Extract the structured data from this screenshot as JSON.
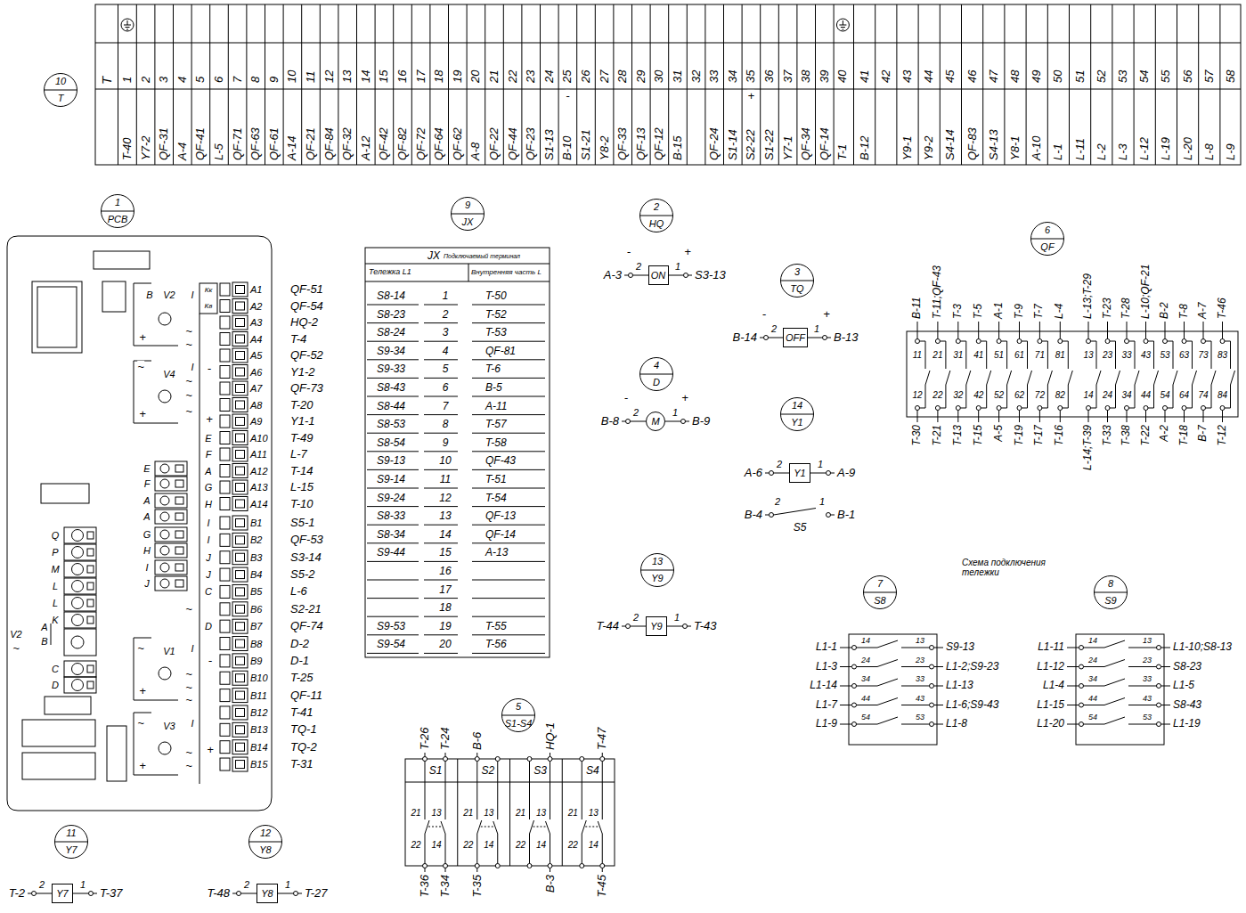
{
  "diagram": {
    "nodes": [
      {
        "text": [
          "10",
          "T"
        ]
      },
      {
        "text": [
          "1",
          "PCB"
        ]
      },
      {
        "text": [
          "9",
          "JX"
        ]
      },
      {
        "text": [
          "2",
          "HQ"
        ]
      },
      {
        "text": [
          "ON"
        ]
      },
      {
        "text": [
          "6",
          "QF"
        ]
      },
      {
        "text": [
          "3",
          "TQ"
        ]
      },
      {
        "text": [
          "OFF"
        ]
      },
      {
        "text": [
          "4",
          "D"
        ]
      },
      {
        "text": [
          "M"
        ]
      },
      {
        "text": [
          "14",
          "Y1"
        ]
      },
      {
        "text": [
          "Y1"
        ]
      },
      {
        "text": [
          "13",
          "Y9"
        ]
      },
      {
        "text": [
          "Y9"
        ]
      },
      {
        "text": [
          "7",
          "S8"
        ]
      },
      {
        "text": [
          "8",
          "S9"
        ]
      },
      {
        "text": [
          "5",
          "S1-S4"
        ]
      },
      {
        "text": [
          "11",
          "Y7"
        ]
      },
      {
        "text": [
          "Y7"
        ]
      },
      {
        "text": [
          "12",
          "Y8"
        ]
      },
      {
        "text": [
          "Y8"
        ]
      }
    ],
    "labels": [
      "T",
      "1",
      "2",
      "3",
      "4",
      "5",
      "6",
      "7",
      "8",
      "9",
      "10",
      "11",
      "12",
      "13",
      "14",
      "15",
      "16",
      "17",
      "18",
      "19",
      "20",
      "21",
      "22",
      "23",
      "24",
      "25",
      "26",
      "27",
      "28",
      "29",
      "30",
      "31",
      "32",
      "33",
      "34",
      "35",
      "36",
      "37",
      "38",
      "39",
      "40",
      "41",
      "42",
      "43",
      "44",
      "45",
      "46",
      "47",
      "48",
      "49",
      "50",
      "51",
      "52",
      "53",
      "54",
      "55",
      "56",
      "57",
      "58",
      "-",
      "+",
      "T-40",
      "Y7-2",
      "QF-31",
      "A-4",
      "QF-41",
      "L-5",
      "QF-71",
      "QF-63",
      "QF-61",
      "A-14",
      "QF-21",
      "QF-84",
      "QF-32",
      "A-12",
      "QF-42",
      "QF-82",
      "QF-72",
      "QF-64",
      "QF-62",
      "A-8",
      "QF-22",
      "QF-44",
      "QF-23",
      "S1-13",
      "B-10",
      "S1-21",
      "Y8-2",
      "QF-33",
      "QF-13",
      "QF-12",
      "B-15",
      "QF-24",
      "S1-14",
      "S2-22",
      "S1-22",
      "Y7-1",
      "QF-34",
      "QF-14",
      "T-1",
      "B-12",
      "Y9-1",
      "Y9-2",
      "S4-14",
      "QF-83",
      "S4-13",
      "Y8-1",
      "A-10",
      "L-1",
      "L-11",
      "L-2",
      "L-3",
      "L-12",
      "L-19",
      "L-20",
      "L-8",
      "L-9",
      "A1",
      "QF-51",
      "A2",
      "QF-54",
      "A3",
      "HQ-2",
      "A4",
      "T-4",
      "A5",
      "QF-52",
      "A6",
      "Y1-2",
      "A7",
      "QF-73",
      "A8",
      "T-20",
      "A9",
      "Y1-1",
      "A10",
      "T-49",
      "A11",
      "L-7",
      "A12",
      "T-14",
      "A13",
      "L-15",
      "A14",
      "T-10",
      "B1",
      "S5-1",
      "B2",
      "QF-53",
      "B3",
      "S3-14",
      "B4",
      "S5-2",
      "B5",
      "L-6",
      "B6",
      "S2-21",
      "B7",
      "QF-74",
      "B8",
      "D-2",
      "B9",
      "D-1",
      "B10",
      "T-25",
      "B11",
      "QF-11",
      "B12",
      "T-41",
      "B13",
      "TQ-1",
      "B14",
      "TQ-2",
      "B15",
      "T-31",
      "B",
      "V2",
      "I",
      "Кк",
      "Кв",
      "+",
      "~",
      "~",
      "~",
      "V4",
      "I",
      "-",
      "~",
      "~",
      "+",
      "~",
      "+",
      "E",
      "F",
      "A",
      "G",
      "H",
      "I",
      "I",
      "J",
      "J",
      "C",
      "D",
      "~",
      "E",
      "F",
      "A",
      "A",
      "G",
      "H",
      "I",
      "J",
      "~",
      "V1",
      "I",
      "-",
      "+",
      "~",
      "~",
      "~",
      "~",
      "V3",
      "I",
      "+",
      "+",
      "~",
      "~",
      "Q",
      "P",
      "M",
      "L",
      "L",
      "K",
      "A",
      "B",
      "C",
      "D",
      "V2",
      "~",
      "JX",
      "Подключаемый терминал",
      "Тележка L1",
      "Внутренняя часть L",
      "S8-14",
      "1",
      "T-50",
      "S8-23",
      "2",
      "T-52",
      "S8-24",
      "3",
      "T-53",
      "S9-34",
      "4",
      "QF-81",
      "S9-33",
      "5",
      "T-6",
      "S8-43",
      "6",
      "B-5",
      "S8-44",
      "7",
      "A-11",
      "S8-53",
      "8",
      "T-57",
      "S8-54",
      "9",
      "T-58",
      "S9-13",
      "10",
      "QF-43",
      "S9-14",
      "11",
      "T-51",
      "S9-24",
      "12",
      "T-54",
      "S8-33",
      "13",
      "QF-13",
      "S8-34",
      "14",
      "QF-14",
      "S9-44",
      "15",
      "A-13",
      "16",
      "17",
      "18",
      "S9-53",
      "19",
      "T-55",
      "S9-54",
      "20",
      "T-56",
      "A-3",
      "-",
      "2",
      "1",
      "+",
      "S3-13",
      "B-14",
      "-",
      "2",
      "1",
      "+",
      "B-13",
      "B-8",
      "-",
      "2",
      "1",
      "+",
      "B-9",
      "A-6",
      "2",
      "1",
      "A-9",
      "B-4",
      "2",
      "1",
      "B-1",
      "S5",
      "T-44",
      "2",
      "1",
      "T-43",
      "T-2",
      "2",
      "1",
      "T-37",
      "T-48",
      "2",
      "1",
      "T-27",
      "S1",
      "S2",
      "S3",
      "S4",
      "21",
      "13",
      "22",
      "14",
      "21",
      "13",
      "22",
      "14",
      "21",
      "13",
      "22",
      "14",
      "21",
      "13",
      "22",
      "14",
      "T-26",
      "T-24",
      "B-6",
      "HQ-1",
      "T-47",
      "T-36",
      "T-34",
      "T-35",
      "B-3",
      "T-45",
      "B-11",
      "T-11;QF-43",
      "T-3",
      "T-5",
      "A-1",
      "T-9",
      "T-7",
      "L-4",
      "L-13;T-29",
      "T-23",
      "T-28",
      "L-10;QF-21",
      "B-2",
      "T-8",
      "A-7",
      "T-46",
      "11",
      "21",
      "31",
      "41",
      "51",
      "61",
      "71",
      "81",
      "13",
      "23",
      "33",
      "43",
      "53",
      "63",
      "73",
      "83",
      "12",
      "22",
      "32",
      "42",
      "52",
      "62",
      "72",
      "82",
      "14",
      "24",
      "34",
      "44",
      "54",
      "64",
      "74",
      "84",
      "T-30",
      "T-21",
      "T-13",
      "T-15",
      "A-5",
      "T-19",
      "T-17",
      "T-16",
      "L-14;T-39",
      "T-33",
      "T-38",
      "T-22",
      "A-2",
      "T-18",
      "B-7",
      "T-12",
      "Схема подключения тележки",
      "L1-1",
      "14",
      "13",
      "S9-13",
      "L1-3",
      "24",
      "23",
      "L1-2;S9-23",
      "L1-14",
      "34",
      "33",
      "L1-13",
      "L1-7",
      "44",
      "43",
      "L1-6;S9-43",
      "L1-9",
      "54",
      "53",
      "L1-8",
      "L1-11",
      "14",
      "13",
      "L1-10;S8-13",
      "L1-12",
      "24",
      "23",
      "S8-23",
      "L1-4",
      "34",
      "33",
      "L1-5",
      "L1-15",
      "44",
      "43",
      "S8-43",
      "L1-20",
      "54",
      "53",
      "L1-19"
    ]
  }
}
